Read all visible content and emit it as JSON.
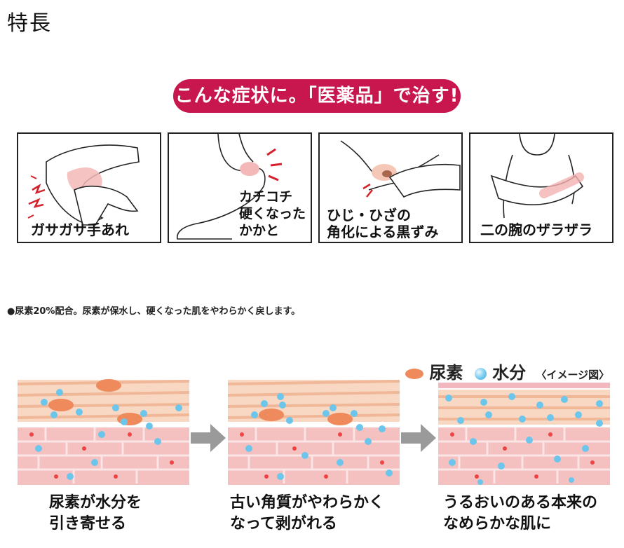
{
  "page": {
    "title": "特長",
    "banner": "こんな症状に。「医薬品」で治す!",
    "note": "●尿素20%配合。尿素が保水し、硬くなった肌をやわらかく戻します。"
  },
  "symptoms": [
    {
      "caption": "ガサガサ手あれ"
    },
    {
      "caption": "カチコチ\n硬くなった\nかかと"
    },
    {
      "caption": "ひじ・ひざの\n角化による黒ずみ"
    },
    {
      "caption": "二の腕のザラザラ"
    }
  ],
  "legend": {
    "urea": "尿素",
    "water": "水分",
    "image_note": "〈イメージ図〉"
  },
  "stages": [
    {
      "caption": "尿素が水分を\n引き寄せる"
    },
    {
      "caption": "古い角質がやわらかく\nなって剥がれる"
    },
    {
      "caption": "うるおいのある本来の\nなめらかな肌に"
    }
  ],
  "colors": {
    "banner": "#c8174f",
    "skin_outer": "#f6c8ad",
    "skin_inner": "#f3b7b7",
    "urea": "#ef8a5c",
    "water": "#6cc6ec",
    "arrow": "#9a9a9a"
  }
}
